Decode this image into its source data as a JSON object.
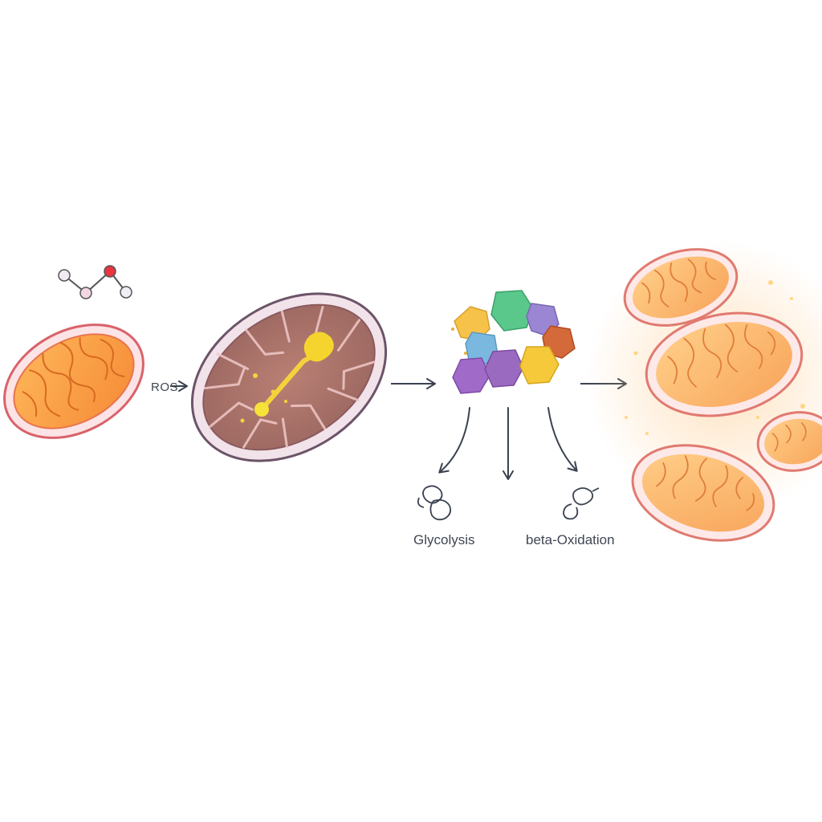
{
  "labels": {
    "ros": "ROS",
    "glycolysis": "Glycolysis",
    "beta_oxidation": "beta-Oxidation"
  },
  "colors": {
    "healthy_matrix": "#f79a3e",
    "healthy_membrane": "#e88a84",
    "damaged_matrix": "#a87068",
    "damaged_membrane": "#7a5f72",
    "ros_spark": "#f5d42e",
    "arrow": "#3a4250",
    "complex_colors": [
      "#f6c24a",
      "#5ac88a",
      "#9b86d4",
      "#d46a3a",
      "#7ab8e0",
      "#a06ac8",
      "#9a6ac0",
      "#f6c93a"
    ]
  },
  "icons": [
    "ros-molecule-icon",
    "glycolysis-icon",
    "beta-oxidation-icon"
  ]
}
